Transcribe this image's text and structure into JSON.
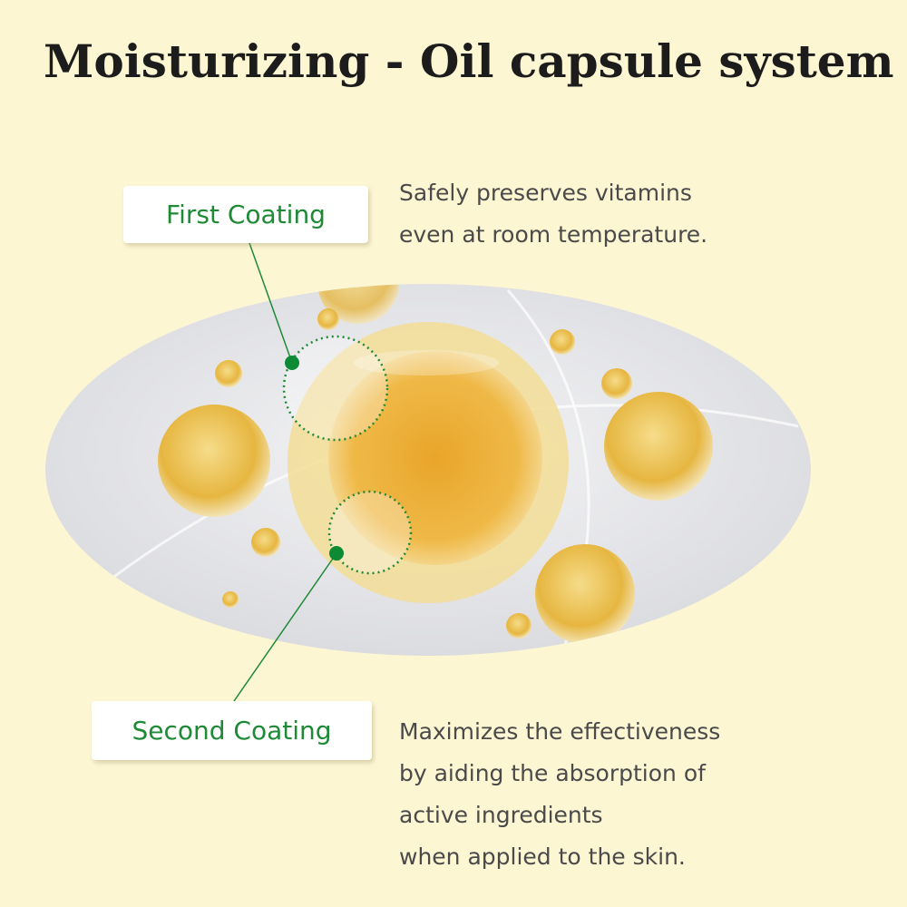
{
  "title": "Moisturizing - Oil capsule system",
  "first": {
    "label": "First Coating",
    "description": [
      "Safely preserves vitamins",
      "even at room temperature."
    ]
  },
  "second": {
    "label": "Second Coating",
    "description": [
      "Maximizes the effectiveness",
      "by aiding the absorption of",
      "active ingredients",
      "when applied to the skin."
    ]
  },
  "colors": {
    "background": "#fdf6d3",
    "accent": "#1f8a36",
    "oil": "#e9a625"
  }
}
